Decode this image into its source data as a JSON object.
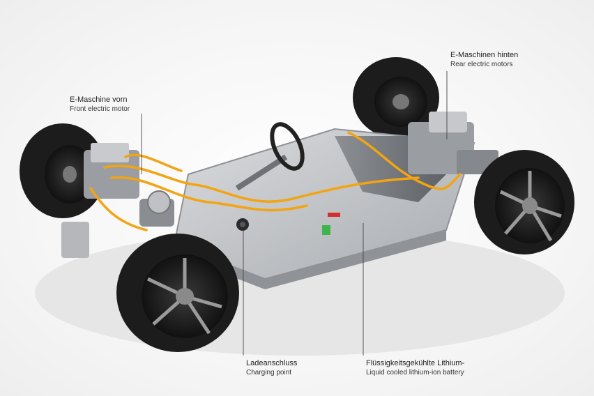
{
  "callouts": {
    "front_motor": {
      "de": "E-Maschine vorn",
      "en": "Front electric motor"
    },
    "rear_motors": {
      "de": "E-Maschinen hinten",
      "en": "Rear electric motors"
    },
    "charging_point": {
      "de": "Ladeanschluss",
      "en": "Charging point"
    },
    "battery": {
      "de": "Flüssigkeitsgekühlte Lithium-",
      "en": "Liquid cooled lithium-ion battery"
    }
  },
  "colors": {
    "background": "#f4f4f4",
    "tire": "#1c1c1c",
    "battery_tray": "#b9bcc0",
    "high_voltage_cable": "#f2a413",
    "motor_housing": "#9a9da1"
  }
}
